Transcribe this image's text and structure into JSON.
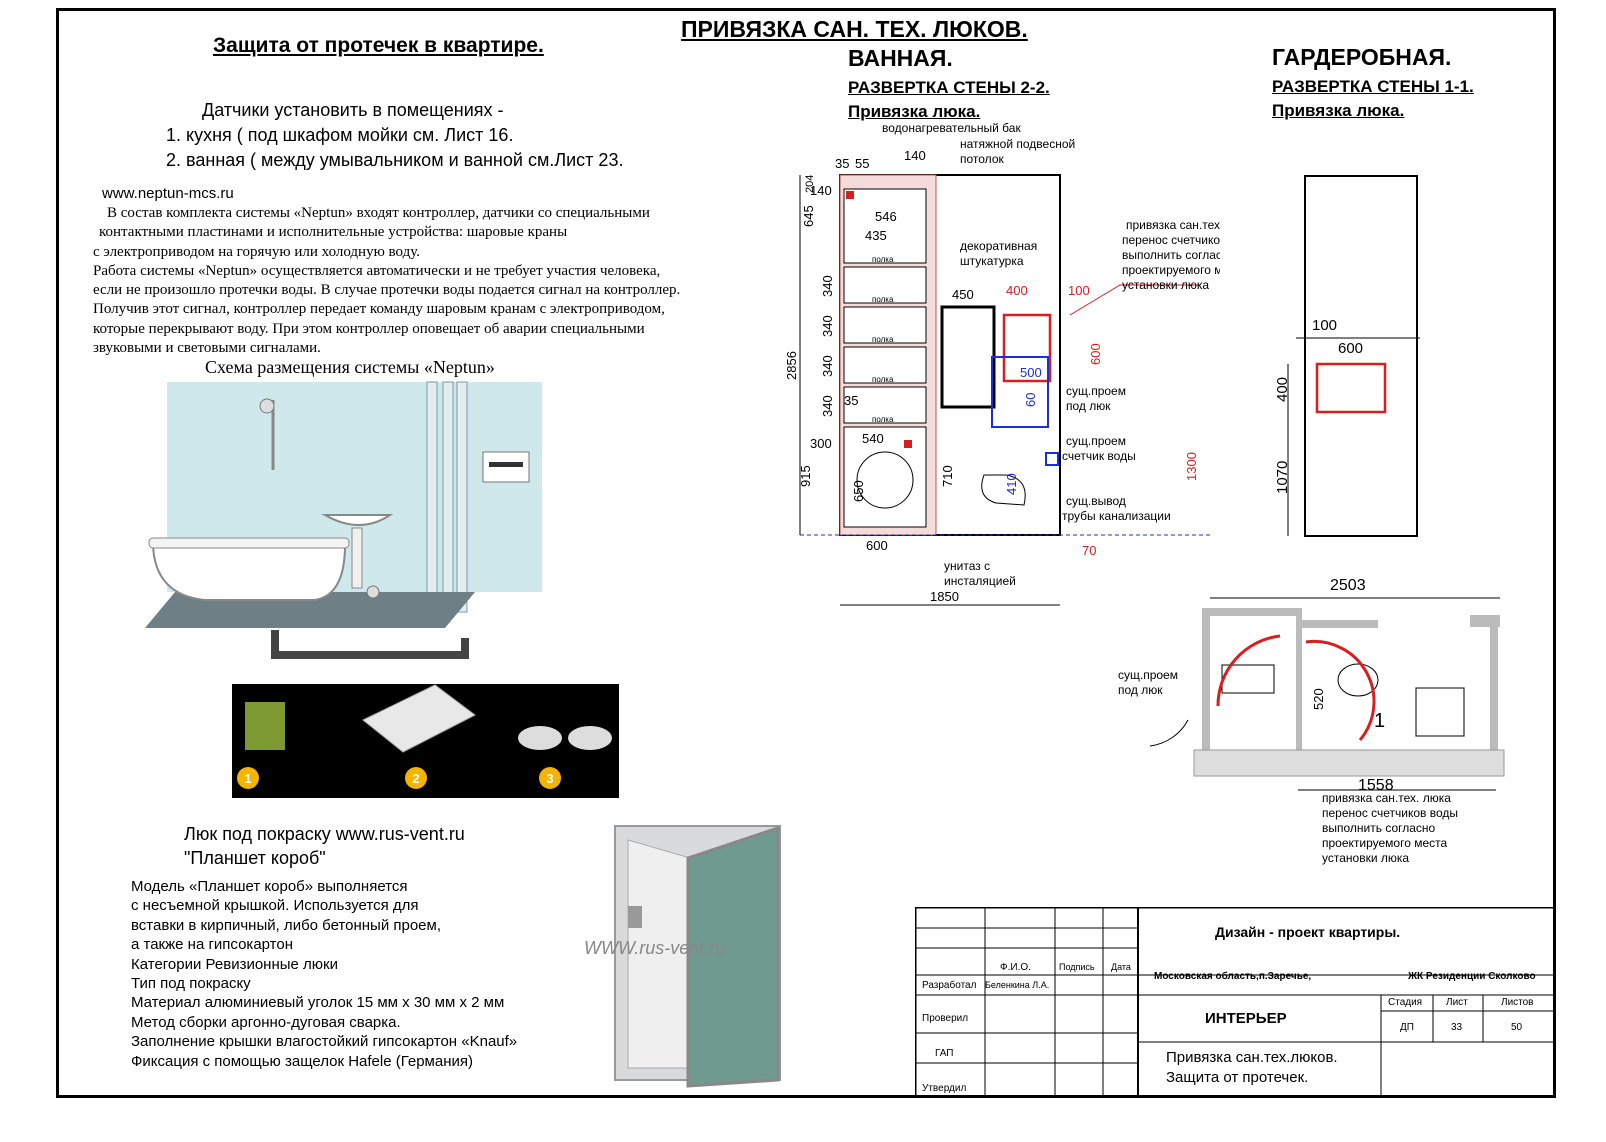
{
  "leak": {
    "title": "Защита от протечек в квартире.",
    "sensors_intro": "Датчики установить в помещениях -",
    "sensor_1": "1. кухня ( под шкафом мойки см. Лист 16.",
    "sensor_2": "2. ванная  ( между умывальником и ванной см.Лист 23.",
    "site": "www.neptun-mcs.ru",
    "desc_lines": [
      "В состав комплекта системы «Neptun» входят контроллер, датчики со специальными",
      "контактными пластинами и исполнительные устройства: шаровые краны",
      "с электроприводом на горячую или холодную воду.",
      "Работа системы «Neptun» осуществляется автоматически и не требует участия человека,",
      "если не произошло протечки воды. В случае протечки воды подается сигнал на контроллер.",
      "Получив этот сигнал, контроллер передает команду шаровым кранам с электроприводом,",
      "которые перекрывают воду. При этом контроллер оповещает об аварии специальными",
      "звуковыми и световыми сигналами."
    ],
    "scheme_title": "Схема размещения системы «Neptun»",
    "badges": [
      "1",
      "2",
      "3"
    ]
  },
  "hatch": {
    "title_1": "Люк под покраску www.rus-vent.ru",
    "title_2": "\"Планшет короб\"",
    "lines": [
      "Модель «Планшет короб» выполняется",
      "с несъемной крышкой. Используется для",
      "вставки в кирпичный, либо бетонный проем,",
      "а также на гипсокартон",
      "Категории    Ревизионные люки",
      "Тип    под покраску",
      "Материал    алюминиевый уголок 15 мм х 30 мм х 2 мм",
      "Метод сборки         аргонно-дуговая сварка.",
      "Заполнение крышки       влагостойкий гипсокартон «Knauf»",
      "Фиксация     с помощью защелок Hafele (Германия)"
    ],
    "watermark": "WWW.rus-vent.ru"
  },
  "bath": {
    "main_title": "ПРИВЯЗКА САН. ТЕХ. ЛЮКОВ.",
    "room": "ВАННАЯ.",
    "wall": "РАЗВЕРТКА СТЕНЫ 2-2.",
    "sub": "Привязка люка.",
    "labels": {
      "boiler": "водонагревательный бак",
      "ceiling_1": "натяжной подвесной",
      "ceiling_2": "потолок",
      "plaster_1": "декоративная",
      "plaster_2": "штукатурка",
      "note_1": "привязка сан.тех. люка",
      "note_2": "перенос счетчиков воды",
      "note_3": "выполнить согласно",
      "note_4": "проектируемого места",
      "note_5": "установки люка",
      "hatch_1": "сущ.проем",
      "hatch_2": "под люк",
      "meter_1": "сущ.проем",
      "meter_2": "счетчик воды",
      "drain_1": "сущ.вывод",
      "drain_2": "трубы канализации",
      "wc_1": "унитаз с",
      "wc_2": "инсталяцией",
      "shelf": "полка"
    },
    "dims": {
      "d35": "35",
      "d55": "55",
      "d140a": "140",
      "d204": "204",
      "d140b": "140",
      "d645": "645",
      "d546": "546",
      "d435": "435",
      "d340a": "340",
      "d340b": "340",
      "d340c": "340",
      "d340d": "340",
      "d2856": "2856",
      "d35b": "35",
      "d300": "300",
      "d540": "540",
      "d915": "915",
      "d650": "650",
      "d710": "710",
      "d410": "410",
      "d600": "600",
      "d1850": "1850",
      "d450": "450",
      "d400": "400",
      "d100": "100",
      "d600r": "600",
      "d500": "500",
      "d60": "60",
      "d1300": "1300",
      "d70": "70"
    }
  },
  "wardrobe": {
    "room": "ГАРДЕРОБНАЯ.",
    "wall": "РАЗВЕРТКА СТЕНЫ 1-1.",
    "sub": "Привязка люка.",
    "dims": {
      "d100": "100",
      "d600": "600",
      "d400": "400",
      "d1070": "1070"
    }
  },
  "plan": {
    "d2503": "2503",
    "d1558": "1558",
    "d520": "520",
    "axis": "1",
    "hatch_1": "сущ.проем",
    "hatch_2": "под люк",
    "note_1": "привязка сан.тех. люка",
    "note_2": "перенос счетчиков воды",
    "note_3": "выполнить согласно",
    "note_4": "проектируемого места",
    "note_5": "установки люка"
  },
  "titleblock": {
    "project": "Дизайн - проект  квартиры.",
    "fio": "Ф.И.О.",
    "sign": "Подпись",
    "date": "Дата",
    "developed": "Разработал",
    "developer": "Беленкина Л.А.",
    "checked": "Проверил",
    "gap": "ГАП",
    "approved": "Утвердил",
    "address": "Московская область,п.Заречье,",
    "complex": "ЖК Резиденции Сколково",
    "section": "ИНТЕРЬЕР",
    "stage_h": "Стадия",
    "sheet_h": "Лист",
    "sheets_h": "Листов",
    "stage": "ДП",
    "sheet": "33",
    "sheets": "50",
    "name_1": "Привязка сан.тех.люков.",
    "name_2": "Защита от протечек."
  },
  "colors": {
    "hatch_red": "#d81e1e",
    "meter_blue": "#1b2fd6",
    "wall_hatch": "#c0504d",
    "sky": "#cfe8ec",
    "badge": "#f5b400"
  }
}
